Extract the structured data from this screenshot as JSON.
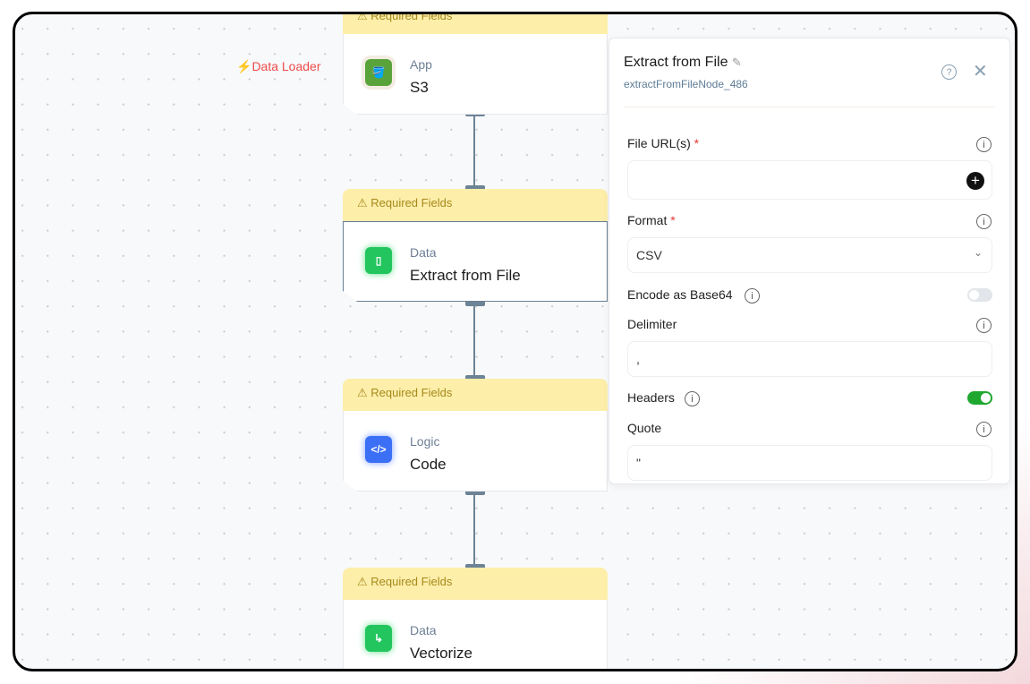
{
  "canvas": {
    "group_label": "Data Loader"
  },
  "nodes": [
    {
      "warning": "Required Fields",
      "category": "App",
      "name": "S3",
      "icon": "bucket-icon",
      "color": "#5aa33b"
    },
    {
      "warning": "Required Fields",
      "category": "Data",
      "name": "Extract from File",
      "icon": "file-icon",
      "color": "#22c55e",
      "selected": true
    },
    {
      "warning": "Required Fields",
      "category": "Logic",
      "name": "Code",
      "icon": "code-icon",
      "color": "#3b6ff5"
    },
    {
      "warning": "Required Fields",
      "category": "Data",
      "name": "Vectorize",
      "icon": "vector-icon",
      "color": "#22c55e"
    }
  ],
  "panel": {
    "title": "Extract from File",
    "node_id": "extractFromFileNode_486",
    "fields": {
      "file_urls": {
        "label": "File URL(s)",
        "required": "*",
        "value": ""
      },
      "format": {
        "label": "Format",
        "required": "*",
        "value": "CSV"
      },
      "encode_base64": {
        "label": "Encode as Base64",
        "on": false
      },
      "delimiter": {
        "label": "Delimiter",
        "value": ","
      },
      "headers": {
        "label": "Headers",
        "on": true
      },
      "quote": {
        "label": "Quote",
        "value": "\""
      }
    }
  },
  "colors": {
    "toggle_on": "#1fa82f",
    "warning_bg": "#fdeeaa",
    "group_label": "#f04a4a"
  }
}
